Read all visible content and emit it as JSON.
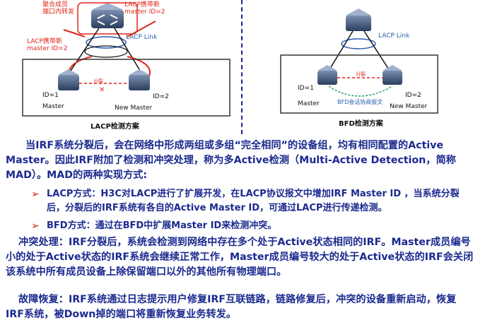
{
  "left_figure": {
    "caption": "LACP检测方案",
    "label_aggregate": [
      "聚合成员",
      "端口内转发"
    ],
    "label_lacp_top": [
      "LACP携带新",
      "master ID=2"
    ],
    "label_lacp_left": [
      "LACP携带新",
      "master ID=2"
    ],
    "label_link": "LACP Link",
    "label_split": "分裂",
    "label_id1": "ID=1",
    "label_id2": "ID=2",
    "label_master": "Master",
    "label_new_master": "New Master"
  },
  "right_figure": {
    "caption": "BFD检测方案",
    "label_link": "LACP Link",
    "label_split": "分裂",
    "label_id1": "ID=1",
    "label_id2": "ID=2",
    "label_master": "Master",
    "label_new_master": "New Master",
    "label_bfd": "BFD会话协商报文"
  },
  "para1": "当IRF系统分裂后，会在网络中形成两组或多组“完全相同”的设备组，均有相同配置的Active Master。因此IRF附加了检测和冲突处理，称为多Active检测（Multi-Active Detection，简称MAD）。MAD的两种实现方式:",
  "bullets": [
    "LACP方式：H3C对LACP进行了扩展开发，在LACP协议报文中增加IRF Master ID ，当系统分裂后，分裂后的IRF系统有各自的Active Master ID，可通过LACP进行传递检测。",
    "BFD方式：通过在BFD中扩展Master ID来检测冲突。"
  ],
  "bullet_marker": "➢",
  "para2": "冲突处理：IRF分裂后，系统会检测到网络中存在多个处于Active状态相同的IRF。Master成员编号小的处于Active状态的IRF系统会继续正常工作，Master成员编号较大的处于Active状态的IRF会关闭该系统中所有成员设备上除保留端口以外的其他所有物理端口。",
  "para3": "故障恢复：IRF系统通过日志提示用户修复IRF互联链路，链路修复后，冲突的设备重新启动，恢复IRF系统，被Down掉的端口将重新恢复业务转发。",
  "colors": {
    "text": "#1b2a8f",
    "accent_red": "#e0271b",
    "link_blue": "#2a5db0"
  }
}
